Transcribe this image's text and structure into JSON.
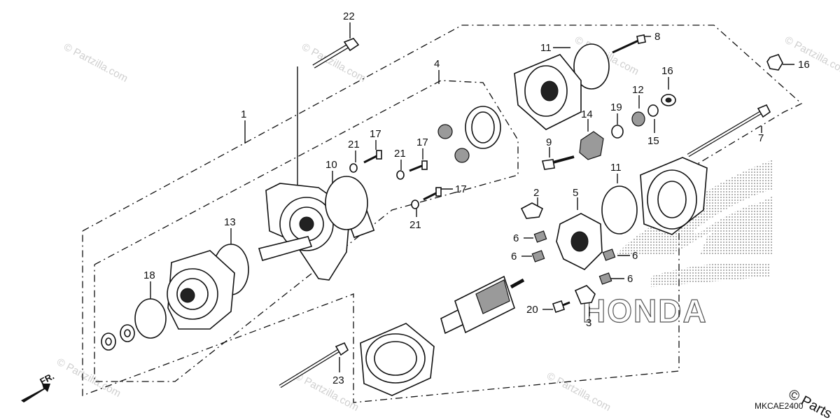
{
  "diagram": {
    "code": "MKCAE2400",
    "brand_mark": "HONDA",
    "direction_label": "FR.",
    "watermark": "© Partzilla.com",
    "corner_watermark": "© Parts",
    "callouts": [
      {
        "id": "c1",
        "label": "1"
      },
      {
        "id": "c2",
        "label": "2"
      },
      {
        "id": "c3",
        "label": "3"
      },
      {
        "id": "c4",
        "label": "4"
      },
      {
        "id": "c5",
        "label": "5"
      },
      {
        "id": "c6a",
        "label": "6"
      },
      {
        "id": "c6b",
        "label": "6"
      },
      {
        "id": "c6c",
        "label": "6"
      },
      {
        "id": "c6d",
        "label": "6"
      },
      {
        "id": "c7",
        "label": "7"
      },
      {
        "id": "c8",
        "label": "8"
      },
      {
        "id": "c9",
        "label": "9"
      },
      {
        "id": "c10",
        "label": "10"
      },
      {
        "id": "c11a",
        "label": "11"
      },
      {
        "id": "c11b",
        "label": "11"
      },
      {
        "id": "c12",
        "label": "12"
      },
      {
        "id": "c13",
        "label": "13"
      },
      {
        "id": "c14",
        "label": "14"
      },
      {
        "id": "c15",
        "label": "15"
      },
      {
        "id": "c16a",
        "label": "16"
      },
      {
        "id": "c16b",
        "label": "16"
      },
      {
        "id": "c17a",
        "label": "17"
      },
      {
        "id": "c17b",
        "label": "17"
      },
      {
        "id": "c17c",
        "label": "17"
      },
      {
        "id": "c18",
        "label": "18"
      },
      {
        "id": "c19",
        "label": "19"
      },
      {
        "id": "c20",
        "label": "20"
      },
      {
        "id": "c21a",
        "label": "21"
      },
      {
        "id": "c21b",
        "label": "21"
      },
      {
        "id": "c21c",
        "label": "21"
      },
      {
        "id": "c22",
        "label": "22"
      },
      {
        "id": "c23",
        "label": "23"
      }
    ]
  }
}
